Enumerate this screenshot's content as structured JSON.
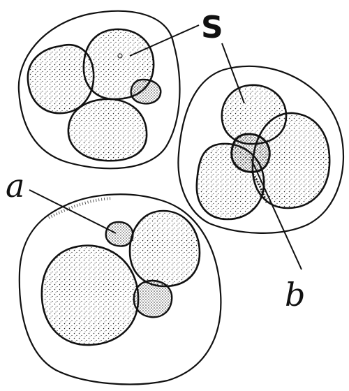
{
  "labels": {
    "s": "S",
    "a": "a",
    "b": "b"
  },
  "colors": {
    "ink": "#111111",
    "paper": "#ffffff",
    "stipple": "#222222"
  }
}
